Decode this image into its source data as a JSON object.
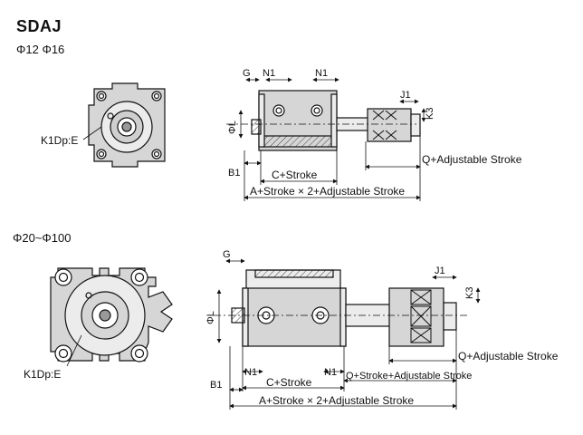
{
  "title": "SDAJ",
  "small_range": "Φ12 Φ16",
  "large_range": "Φ20~Φ100",
  "labels": {
    "port": "K1Dp:E",
    "g": "G",
    "n1": "N1",
    "j1": "J1",
    "k3": "K3",
    "l": "ΦL",
    "b1": "B1",
    "c_stroke": "C+Stroke",
    "q_adj": "Q+Adjustable Stroke",
    "a_total": "A+Stroke × 2+Adjustable Stroke",
    "q_stroke_adj": "Q+Stroke+Adjustable Stroke"
  },
  "colors": {
    "line": "#111111",
    "body_fill": "#d6d6d6",
    "body_light": "#ececec",
    "hatch": "#444444"
  }
}
